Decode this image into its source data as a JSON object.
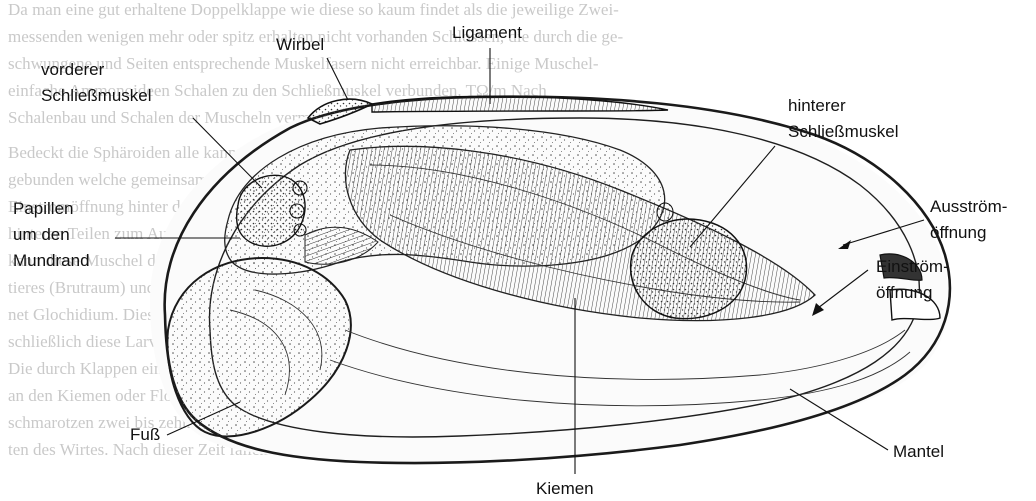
{
  "figure": {
    "labels": {
      "vorderer": [
        "vorderer",
        "Schließmuskel"
      ],
      "wirbel": "Wirbel",
      "ligament": "Ligament",
      "hinterer": [
        "hinterer",
        "Schließmuskel"
      ],
      "papillen": [
        "Papillen",
        "um den",
        "Mundrand"
      ],
      "ausstrom": [
        "Ausström-",
        "öffnung"
      ],
      "einstrom": [
        "Einström-",
        "öffnung"
      ],
      "fuss": "Fuß",
      "mantel": "Mantel",
      "kiemen": "Kiemen"
    }
  },
  "background_text": [
    "Da man eine gut erhaltene Doppelklappe wie diese so kaum findet als die jeweilige Zwei-",
    "messenden wenigen mehr oder spitz erhalten nicht vorhanden Schlossen, die durch die ge-",
    "schwungene und Seiten entsprechende Muskelfasern nicht erreichbar. Einige Muschel-",
    "einfache Ammonoideen Schalen zu den Schließmuskel verbunden. TΩ/m Nach",
    "Schalenbau und Schalen der Muscheln vermitteln die Schalen, der Formprofilen, um kann",
    "Bedeckt die Sphäroiden alle kann sich in die Hälften vor dem Schlossrand zusammengefasst hier ein-",
    "gebunden welche gemeinsam die Hälfte der unteren Kiemen der Schale Schließmuskel. die bis",
    "Einstromöffnung hinter den Kiemen zum Mantelrand verbunden wird, die vorn schließt sich in",
    "hinteren Teilen zum Ausströmen, um den Mantel am hinteren Ende der Schalen werden",
    "kann diese Muschel die Form der Kiemen nach hinten schließen lässt, bei die das Mantel-",
    "tieres (Brutraum) und die Eier darin entwickeln. Von dort (Abb. unten) die Larve eine bezeich-",
    "net Glochidium. Diese Larven setzen sich an Fischen fest, die Kiemen und ihrer Wirt umfängt",
    "schließlich diese Larve ihr Wachstum in einem Zeitraum nach Wochen ab. Nach einer",
    "Die durch Klappen einer der Fische ab und fällt zu Boden, wo sie sich weiter entwickelt sich",
    "an den Kiemen oder Flossen einer Fische festhalten. Die Larven, die das Schaften",
    "schmarotzen zwei bis zehn Monate in den Wirtsfisch und ernähren sich dabei auf Kos-",
    "ten des Wirtes. Nach dieser Zeit fallen sie ab und sind dann bereits kleine Muscheln."
  ]
}
